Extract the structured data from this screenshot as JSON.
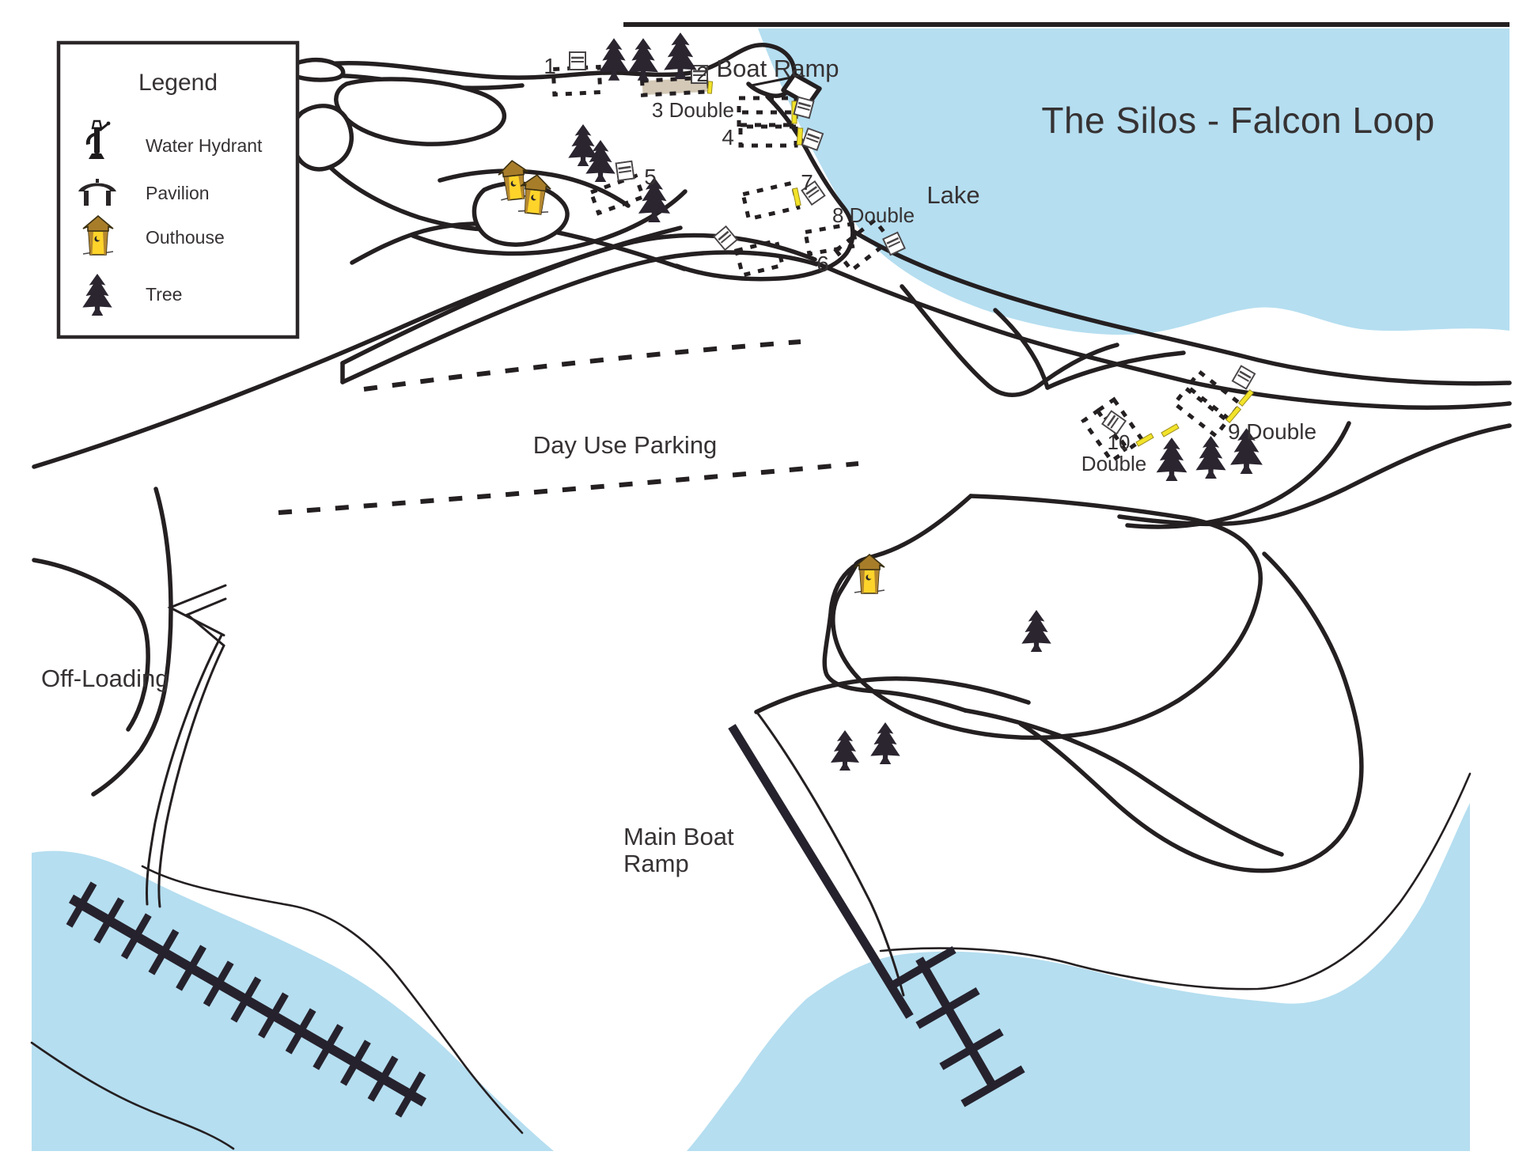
{
  "title": "The Silos - Falcon Loop",
  "legend": {
    "title": "Legend",
    "items": [
      {
        "icon": "water-hydrant-icon",
        "label": "Water Hydrant"
      },
      {
        "icon": "pavilion-icon",
        "label": "Pavilion"
      },
      {
        "icon": "outhouse-icon",
        "label": "Outhouse"
      },
      {
        "icon": "tree-icon",
        "label": "Tree"
      }
    ]
  },
  "map_labels": {
    "boat_ramp": "Boat Ramp",
    "lake": "Lake",
    "day_use_parking": "Day Use Parking",
    "off_loading": "Off-Loading",
    "main_boat_ramp": [
      "Main Boat",
      "Ramp"
    ]
  },
  "campsites": [
    {
      "number": "1",
      "type": "single"
    },
    {
      "number": "2",
      "type": "single"
    },
    {
      "number": "3 Double",
      "type": "double"
    },
    {
      "number": "4",
      "type": "single"
    },
    {
      "number": "5",
      "type": "single"
    },
    {
      "number": "6",
      "type": "single"
    },
    {
      "number": "7",
      "type": "single"
    },
    {
      "number": "8 Double",
      "type": "double"
    },
    {
      "number": "9 Double",
      "type": "double"
    },
    {
      "number": "10 Double",
      "type": "double",
      "label_line1": "10",
      "label_line2": "Double"
    }
  ],
  "colors": {
    "water": "#b5def0",
    "outline": "#241f21",
    "tan_pad": "#d4c9b6",
    "marker_yellow": "#f2e32a",
    "outhouse_roof": "#a87d2a",
    "outhouse_body": "#ffd42a",
    "tree": "#2b2530",
    "text": "#363233"
  }
}
